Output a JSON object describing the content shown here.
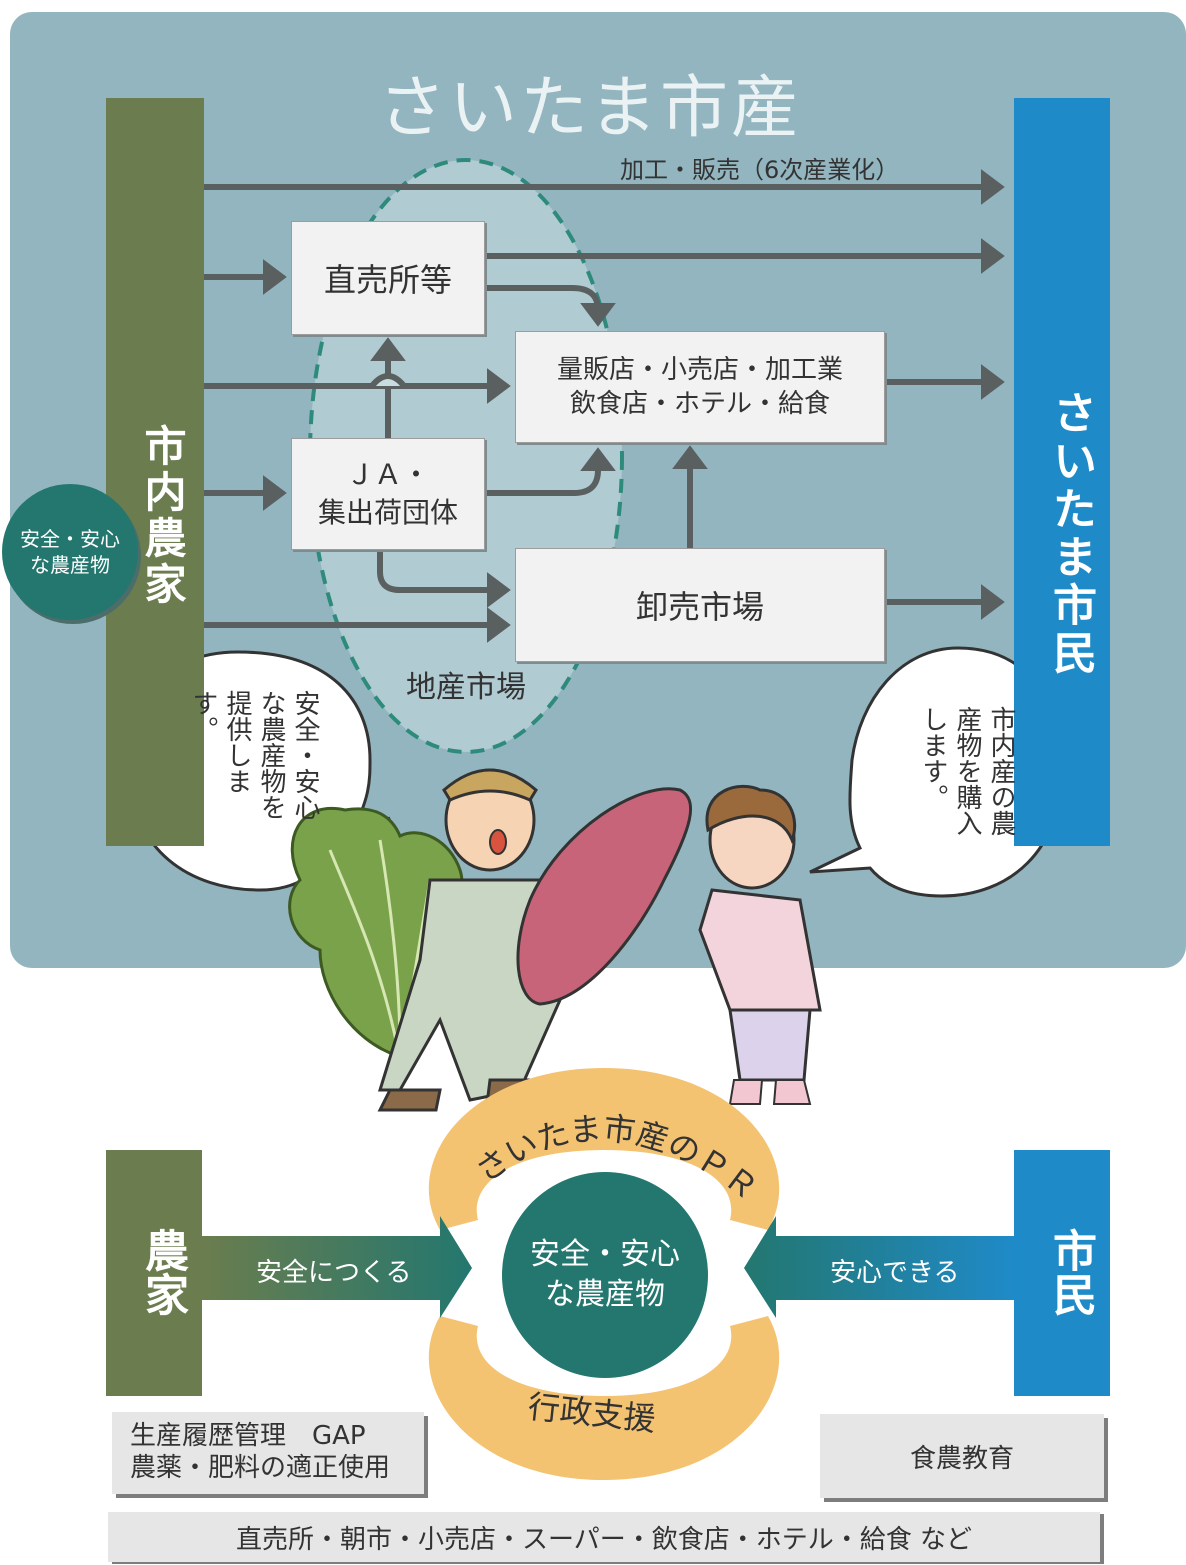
{
  "title": "さいたま市産",
  "left_bar": "市内農家",
  "right_bar": "さいたま市民",
  "safe_badge": "安全・安心\nな農産物",
  "flow_label_top": "加工・販売（6次産業化）",
  "boxes": {
    "direct": "直売所等",
    "retail": "量販店・小売店・加工業\n飲食店・ホテル・給食",
    "ja": "ＪＡ・\n集出荷団体",
    "market": "卸売市場"
  },
  "local_market_label": "地産市場",
  "bubble_farmer": "安全・安心な農産物を提供します。",
  "bubble_citizen": "市内産の農産物を購入します。",
  "bottom": {
    "pr_label": "さいたま市産のＰＲ",
    "center": "安全・安心\nな農産物",
    "gov_label": "行政支援",
    "farmer_bar": "農家",
    "citizen_bar": "市民",
    "farmer_arrow": "安全につくる",
    "citizen_arrow": "安心できる",
    "note_gap": "生産履歴管理　GAP\n農薬・肥料の適正使用",
    "note_food": "食農教育",
    "note_bottom": "直売所・朝市・小売店・スーパー・飲食店・ホテル・給食 など"
  },
  "colors": {
    "panel": "#92b5bf",
    "farmer_green": "#6b7d4e",
    "citizen_blue": "#1f8ac8",
    "teal": "#23776f",
    "orange": "#f4c372",
    "arrow_gray": "#5a5f60"
  }
}
